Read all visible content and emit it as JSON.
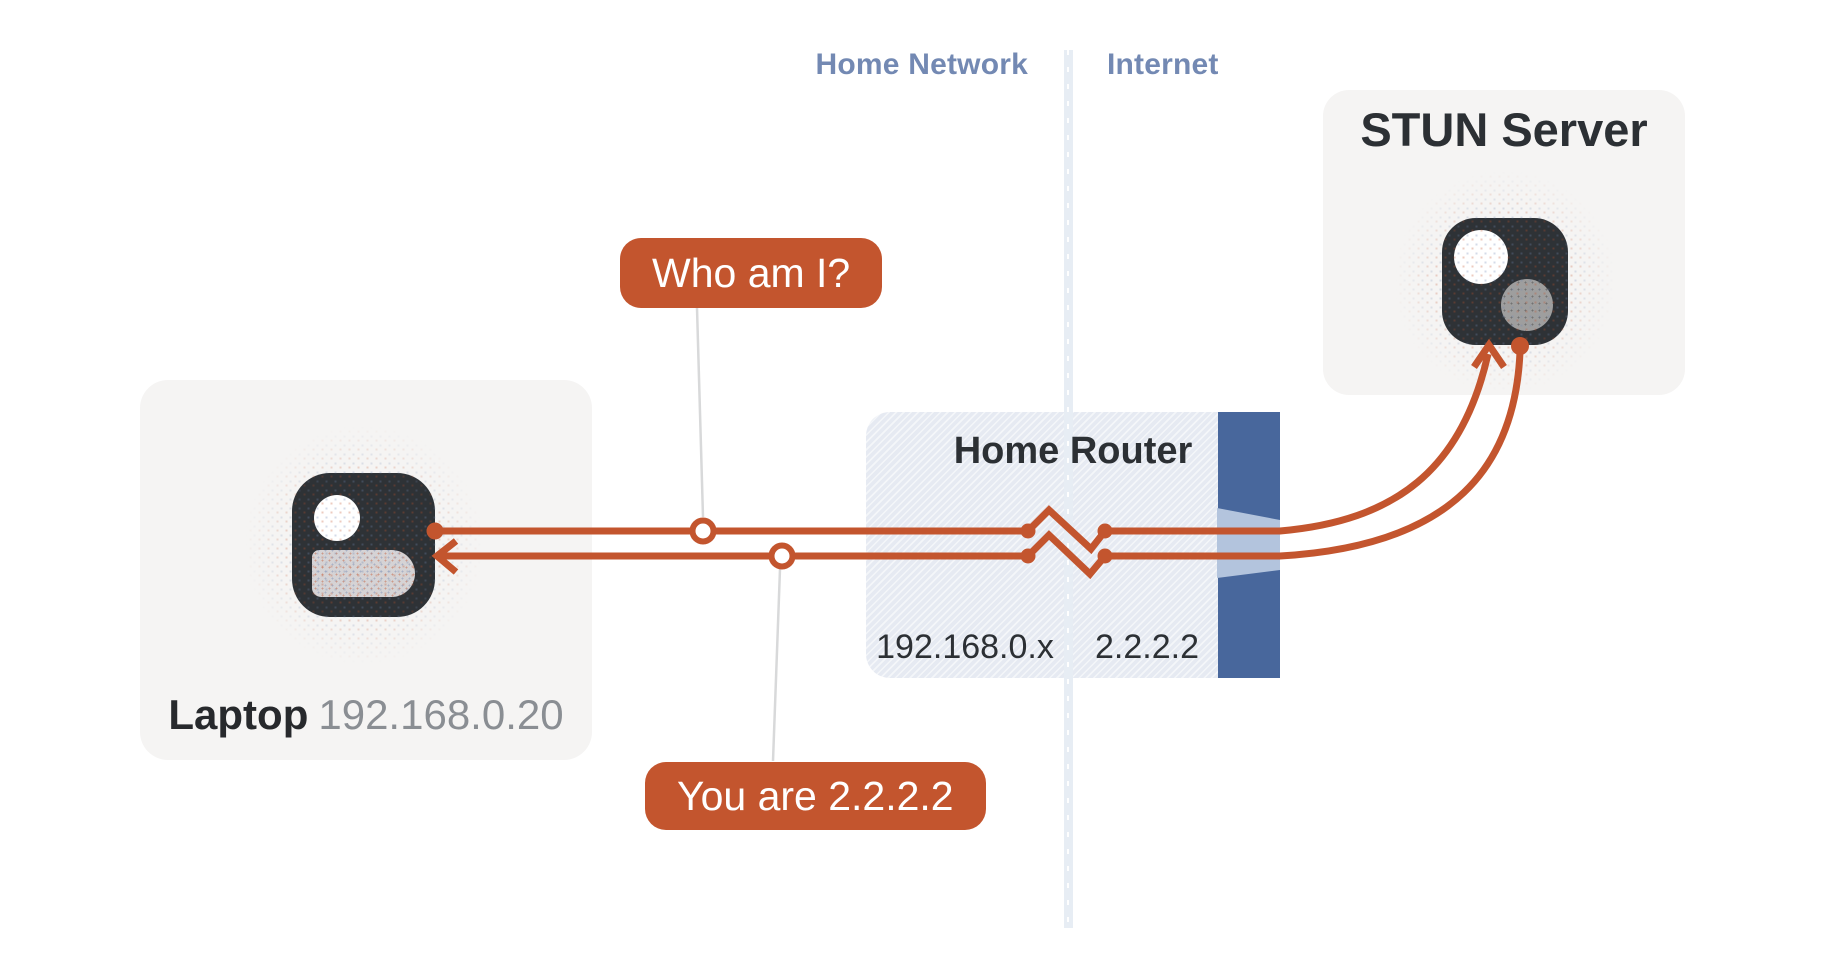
{
  "colors": {
    "accent": "#c3552e",
    "bar_blue": "#48679c",
    "funnel_blue": "#b3c4dd",
    "section_label_blue": "#7389b3",
    "icon_dark": "#2e3236",
    "card_bg": "#f5f4f3",
    "router_bg": "#e6eaf2",
    "text_dark": "#2c3034",
    "text_gray": "#8a8e93"
  },
  "sections": {
    "left_label": "Home Network",
    "right_label": "Internet"
  },
  "laptop": {
    "name": "Laptop",
    "ip": "192.168.0.20"
  },
  "router": {
    "title": "Home Router",
    "lan_ip": "192.168.0.x",
    "wan_ip": "2.2.2.2"
  },
  "stun": {
    "title": "STUN Server"
  },
  "messages": {
    "request": "Who am I?",
    "response": "You are 2.2.2.2"
  }
}
